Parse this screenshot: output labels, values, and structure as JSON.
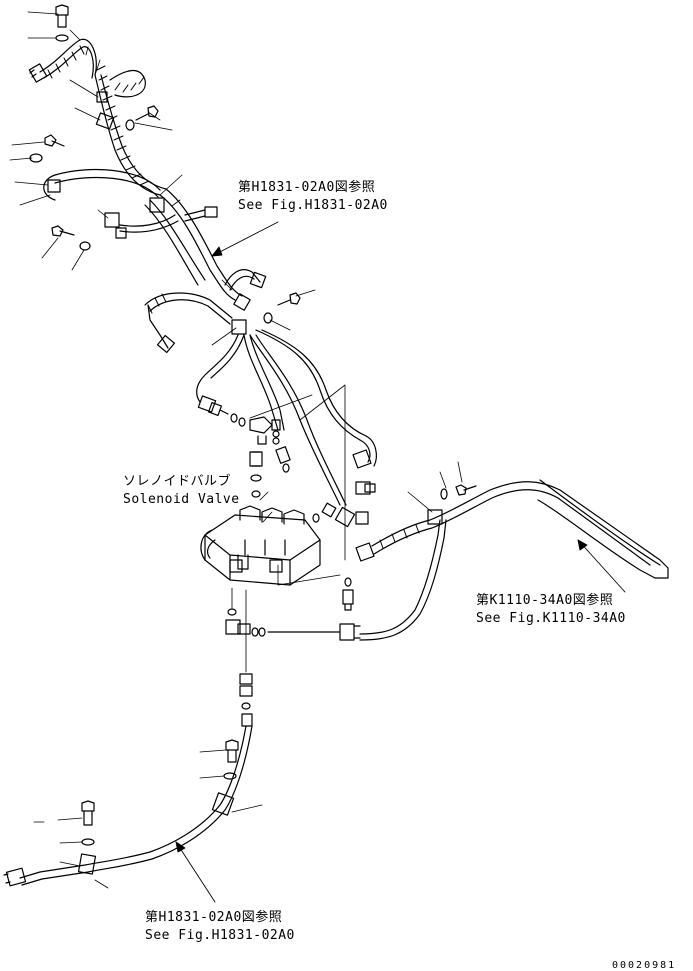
{
  "references": {
    "h1831_top": {
      "jp": "第H1831-02A0図参照",
      "en": "See Fig.H1831-02A0"
    },
    "k1110": {
      "jp": "第K1110-34A0図参照",
      "en": "See Fig.K1110-34A0"
    },
    "h1831_bottom": {
      "jp": "第H1831-02A0図参照",
      "en": "See Fig.H1831-02A0"
    }
  },
  "solenoid_valve": {
    "jp": "ソレノイドバルブ",
    "en": "Solenoid Valve"
  },
  "drawing_id": "00020981",
  "colors": {
    "ink": "#000000",
    "paper": "#ffffff"
  }
}
